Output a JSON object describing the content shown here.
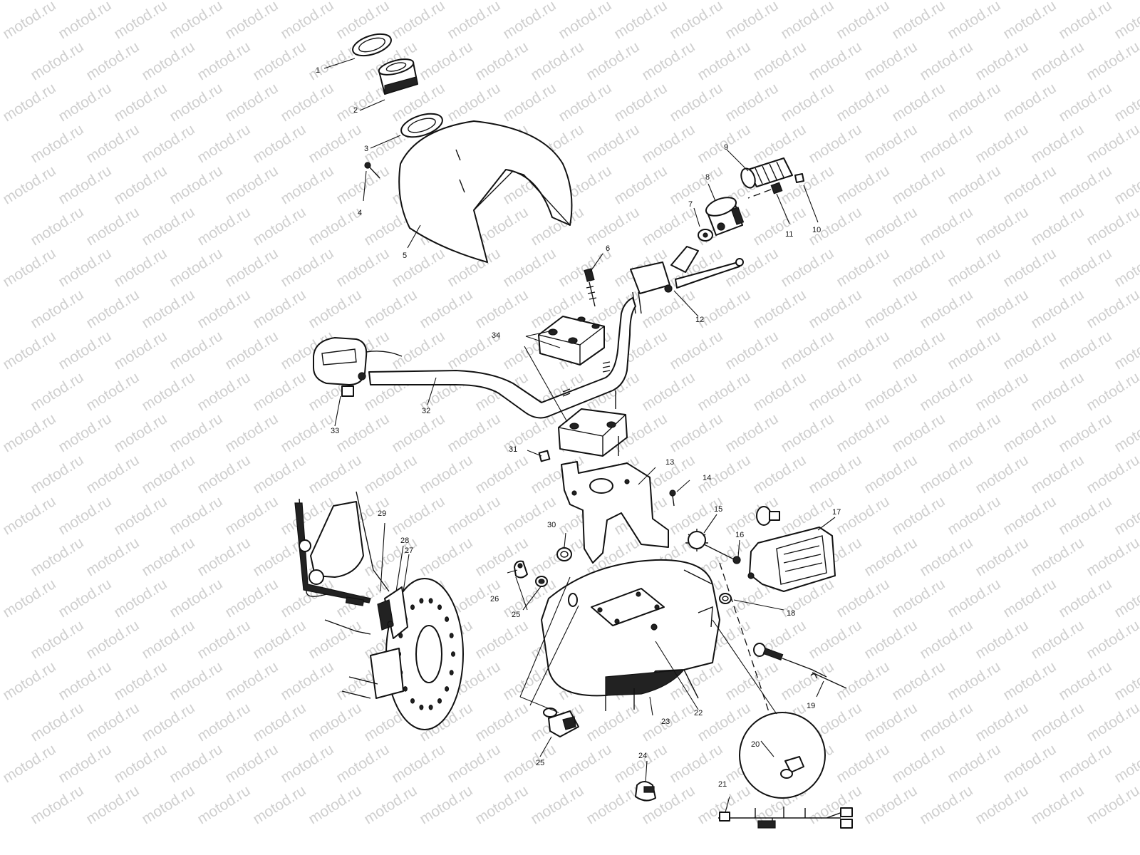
{
  "watermark": "motod.ru",
  "callouts": [
    {
      "id": "1",
      "text": "1"
    },
    {
      "id": "2",
      "text": "2"
    },
    {
      "id": "3",
      "text": "3"
    },
    {
      "id": "4",
      "text": "4"
    },
    {
      "id": "5",
      "text": "5"
    },
    {
      "id": "6",
      "text": "6"
    },
    {
      "id": "7",
      "text": "7"
    },
    {
      "id": "8",
      "text": "8"
    },
    {
      "id": "9",
      "text": "9"
    },
    {
      "id": "10",
      "text": "10"
    },
    {
      "id": "11",
      "text": "11"
    },
    {
      "id": "12",
      "text": "12"
    },
    {
      "id": "13",
      "text": "13"
    },
    {
      "id": "14",
      "text": "14"
    },
    {
      "id": "15",
      "text": "15"
    },
    {
      "id": "16",
      "text": "16"
    },
    {
      "id": "17",
      "text": "17"
    },
    {
      "id": "18",
      "text": "18"
    },
    {
      "id": "19",
      "text": "19"
    },
    {
      "id": "20",
      "text": "20"
    },
    {
      "id": "21",
      "text": "21"
    },
    {
      "id": "22",
      "text": "22"
    },
    {
      "id": "23",
      "text": "23"
    },
    {
      "id": "24",
      "text": "24"
    },
    {
      "id": "25a",
      "text": "25"
    },
    {
      "id": "25b",
      "text": "25"
    },
    {
      "id": "26",
      "text": "26"
    },
    {
      "id": "27",
      "text": "27"
    },
    {
      "id": "28",
      "text": "28"
    },
    {
      "id": "29",
      "text": "29"
    },
    {
      "id": "30",
      "text": "30"
    },
    {
      "id": "31",
      "text": "31"
    },
    {
      "id": "32",
      "text": "32"
    },
    {
      "id": "33",
      "text": "33"
    },
    {
      "id": "34",
      "text": "34"
    }
  ]
}
